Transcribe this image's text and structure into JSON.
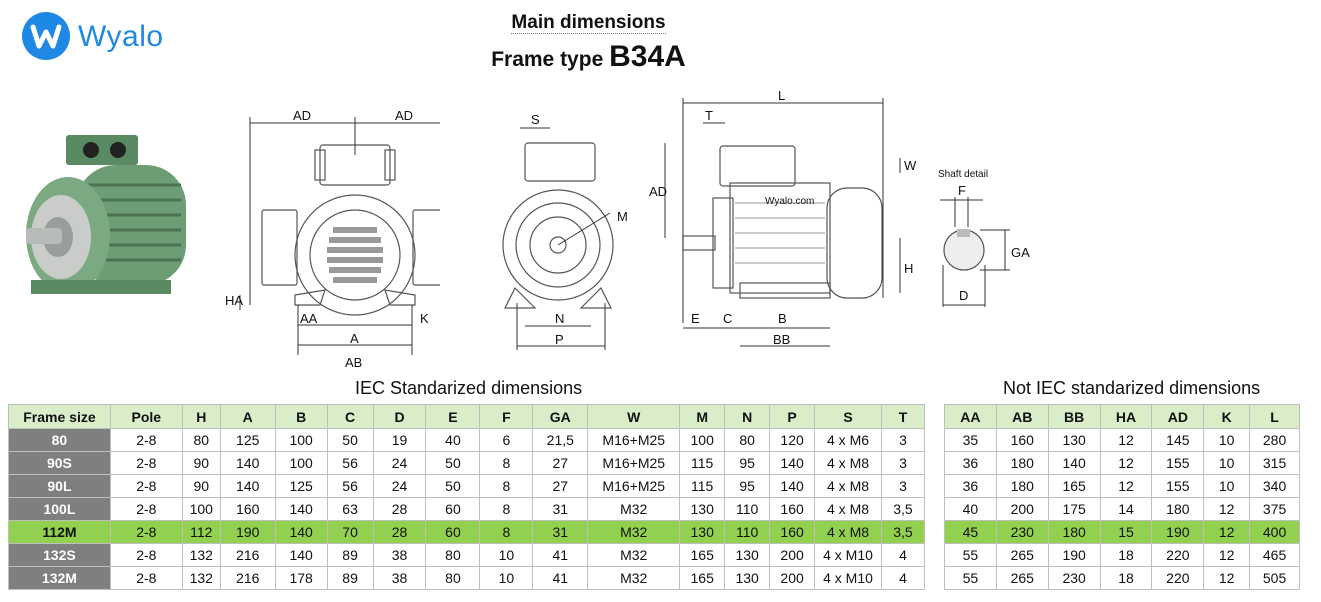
{
  "brand": {
    "name": "Wyalo"
  },
  "header": {
    "title": "Main dimensions",
    "frame_prefix": "Frame type",
    "frame_type": "B34A"
  },
  "drawings": {
    "front_labels": {
      "ad_left": "AD",
      "ad_right": "AD",
      "ha": "HA",
      "aa": "AA",
      "k": "K",
      "a": "A",
      "ab": "AB"
    },
    "side_labels": {
      "s": "S",
      "m": "M",
      "n": "N",
      "p": "P"
    },
    "long_labels": {
      "l": "L",
      "t": "T",
      "ad": "AD",
      "w": "W",
      "h": "H",
      "e": "E",
      "c": "C",
      "b": "B",
      "bb": "BB",
      "nameplate": "Wyalo.com"
    },
    "shaft": {
      "title": "Shaft detail",
      "f": "F",
      "ga": "GA",
      "d": "D"
    }
  },
  "iec": {
    "title": "IEC Standarized dimensions",
    "headers": [
      "Frame size",
      "Pole",
      "H",
      "A",
      "B",
      "C",
      "D",
      "E",
      "F",
      "GA",
      "W",
      "M",
      "N",
      "P",
      "S",
      "T"
    ],
    "rows": [
      [
        "80",
        "2-8",
        "80",
        "125",
        "100",
        "50",
        "19",
        "40",
        "6",
        "21,5",
        "M16+M25",
        "100",
        "80",
        "120",
        "4 x M6",
        "3"
      ],
      [
        "90S",
        "2-8",
        "90",
        "140",
        "100",
        "56",
        "24",
        "50",
        "8",
        "27",
        "M16+M25",
        "115",
        "95",
        "140",
        "4 x M8",
        "3"
      ],
      [
        "90L",
        "2-8",
        "90",
        "140",
        "125",
        "56",
        "24",
        "50",
        "8",
        "27",
        "M16+M25",
        "115",
        "95",
        "140",
        "4 x M8",
        "3"
      ],
      [
        "100L",
        "2-8",
        "100",
        "160",
        "140",
        "63",
        "28",
        "60",
        "8",
        "31",
        "M32",
        "130",
        "110",
        "160",
        "4 x M8",
        "3,5"
      ],
      [
        "112M",
        "2-8",
        "112",
        "190",
        "140",
        "70",
        "28",
        "60",
        "8",
        "31",
        "M32",
        "130",
        "110",
        "160",
        "4 x M8",
        "3,5"
      ],
      [
        "132S",
        "2-8",
        "132",
        "216",
        "140",
        "89",
        "38",
        "80",
        "10",
        "41",
        "M32",
        "165",
        "130",
        "200",
        "4 x M10",
        "4"
      ],
      [
        "132M",
        "2-8",
        "132",
        "216",
        "178",
        "89",
        "38",
        "80",
        "10",
        "41",
        "M32",
        "165",
        "130",
        "200",
        "4 x M10",
        "4"
      ]
    ],
    "highlight_row": 4
  },
  "non_iec": {
    "title": "Not IEC standarized dimensions",
    "headers": [
      "AA",
      "AB",
      "BB",
      "HA",
      "AD",
      "K",
      "L"
    ],
    "rows": [
      [
        "35",
        "160",
        "130",
        "12",
        "145",
        "10",
        "280"
      ],
      [
        "36",
        "180",
        "140",
        "12",
        "155",
        "10",
        "315"
      ],
      [
        "36",
        "180",
        "165",
        "12",
        "155",
        "10",
        "340"
      ],
      [
        "40",
        "200",
        "175",
        "14",
        "180",
        "12",
        "375"
      ],
      [
        "45",
        "230",
        "180",
        "15",
        "190",
        "12",
        "400"
      ],
      [
        "55",
        "265",
        "190",
        "18",
        "220",
        "12",
        "465"
      ],
      [
        "55",
        "265",
        "230",
        "18",
        "220",
        "12",
        "505"
      ]
    ],
    "highlight_row": 4
  },
  "colors": {
    "brand": "#1e88e5",
    "header_bg": "#d9edc9",
    "highlight": "#92d050",
    "frame_cell": "#7f7f7f",
    "motor_green": "#5a8a64"
  }
}
